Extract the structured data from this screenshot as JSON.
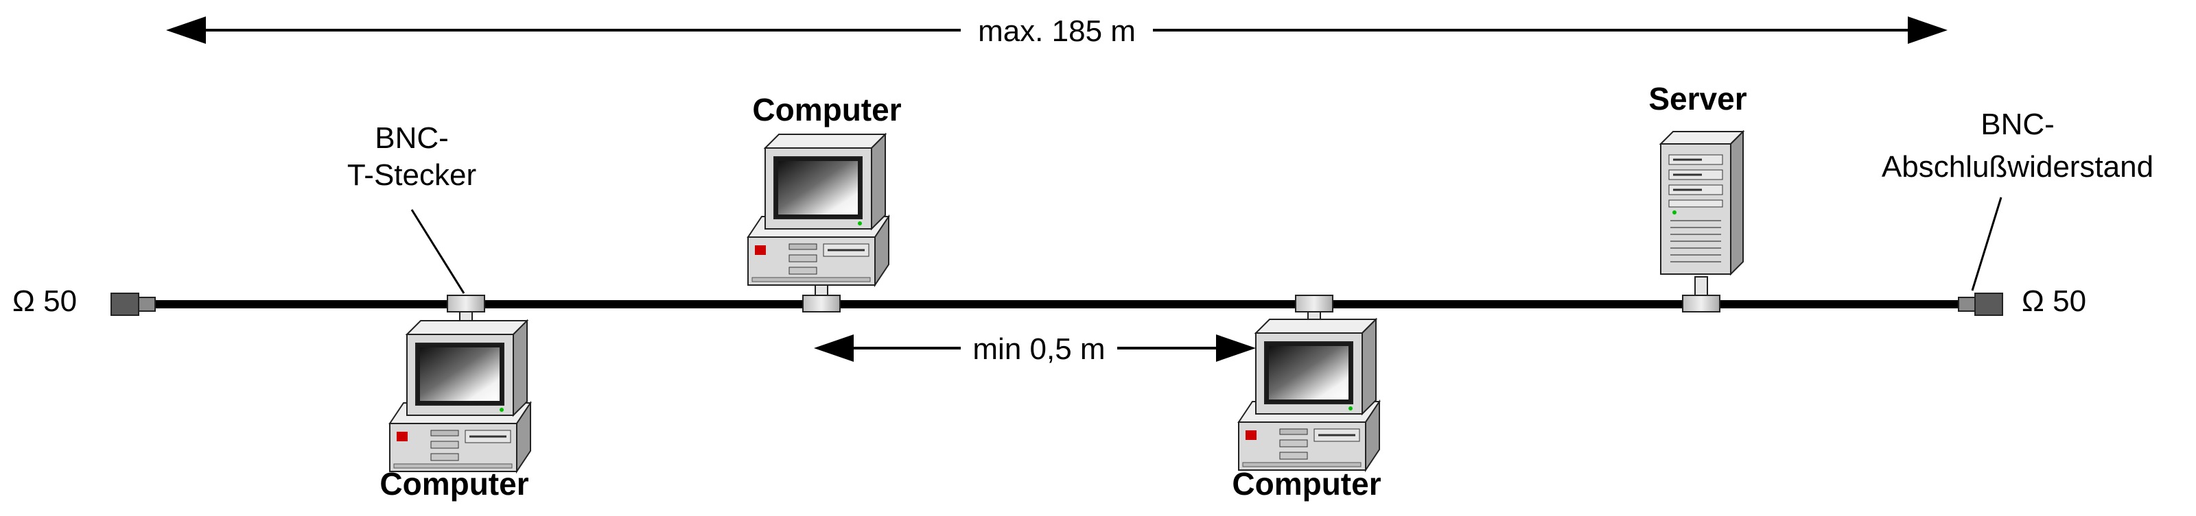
{
  "diagram": {
    "max_length_label": "max. 185 m",
    "min_spacing_label": "min 0,5 m",
    "left_terminator_value": "Ω 50",
    "right_terminator_value": "Ω 50",
    "t_connector_label": [
      "BNC-",
      "T-Stecker"
    ],
    "terminator_label": [
      "BNC-",
      "Abschlußwiderstand"
    ],
    "nodes": [
      {
        "label": "Computer"
      },
      {
        "label": "Computer"
      },
      {
        "label": "Computer"
      },
      {
        "label": "Server"
      }
    ]
  },
  "colors": {
    "cable": "#000000",
    "computer_body": "#d9d9d9",
    "computer_shadow": "#9a9a9a",
    "screen_dark": "#1a1a1a",
    "power_led": "#cc0000",
    "status_led": "#00c000",
    "terminator": "#5a5a5a"
  }
}
